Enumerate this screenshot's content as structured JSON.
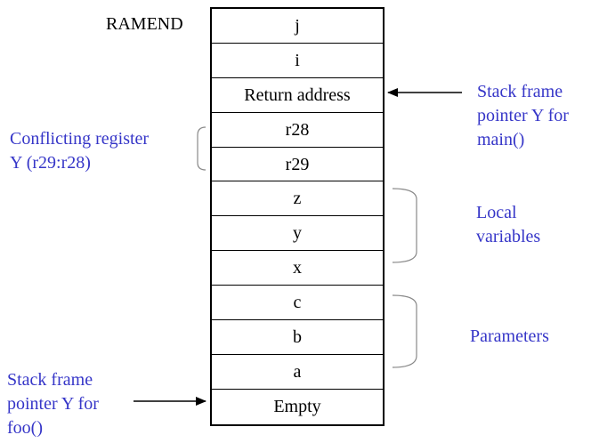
{
  "stack": {
    "top_label": "RAMEND",
    "cells": [
      "j",
      "i",
      "Return address",
      "r28",
      "r29",
      "z",
      "y",
      "x",
      "c",
      "b",
      "a",
      "Empty"
    ]
  },
  "labels": {
    "main_fp": [
      "Stack frame",
      "pointer Y for",
      "main()"
    ],
    "conflict": [
      "Conflicting register",
      "Y (r29:r28)"
    ],
    "locals": [
      "Local",
      "variables"
    ],
    "params": "Parameters",
    "foo_fp": [
      "Stack frame",
      "pointer Y for",
      "foo()"
    ]
  },
  "colors": {
    "annotation": "#3636c8",
    "lines": "#888888",
    "border": "#000000"
  }
}
